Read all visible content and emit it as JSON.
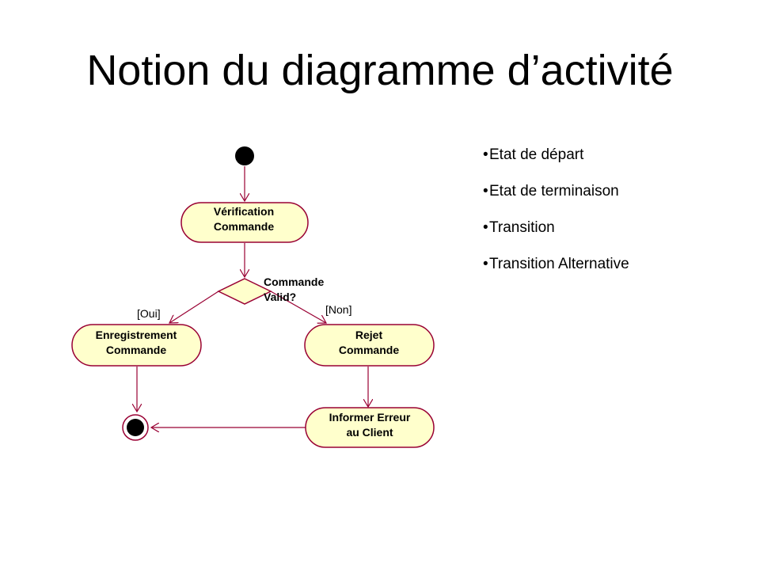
{
  "title": "Notion du diagramme d’activité",
  "legend": [
    "Etat de départ",
    "Etat de terminaison",
    "Transition",
    "Transition Alternative"
  ],
  "diagram": {
    "activities": {
      "verification": [
        "Vérification",
        "Commande"
      ],
      "enregistrement": [
        "Enregistrement",
        "Commande"
      ],
      "rejet": [
        "Rejet",
        "Commande"
      ],
      "informer": [
        "Informer Erreur",
        "au Client"
      ]
    },
    "decision_label": [
      "Commande",
      "Valid?"
    ],
    "guard_oui": "Oui",
    "guard_non": "Non"
  },
  "colors": {
    "node_fill": "#FFFFCC",
    "node_stroke": "#990033",
    "arrow": "#990033",
    "start_fill": "#000000",
    "text": "#000000"
  }
}
